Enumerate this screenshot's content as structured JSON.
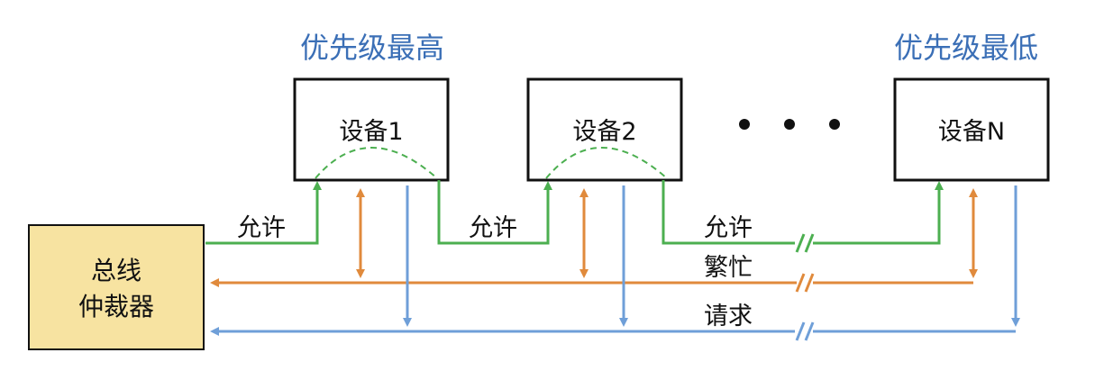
{
  "title_high": "优先级最高",
  "title_low": "优先级最低",
  "arbiter": {
    "line1": "总线",
    "line2": "仲裁器"
  },
  "devices": [
    {
      "label": "设备1"
    },
    {
      "label": "设备2"
    },
    {
      "label": "设备N"
    }
  ],
  "ellipsis": "• • •",
  "signals": {
    "grant": "允许",
    "busy": "繁忙",
    "request": "请求"
  },
  "colors": {
    "grant": "#4caf50",
    "busy": "#e08a3c",
    "request": "#6f9fd8",
    "arbiter_fill": "#f7e3a1",
    "title": "#3b6fb6"
  }
}
